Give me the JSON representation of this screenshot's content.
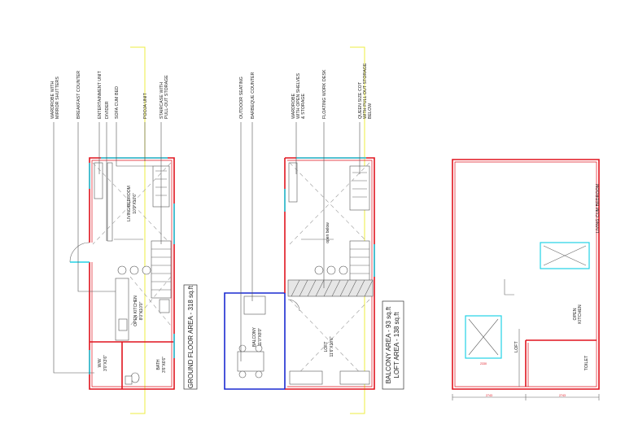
{
  "ground_floor": {
    "callouts": {
      "wardrobe_1": "WARDROBE WITH",
      "wardrobe_2": "MIRROR SHUTTERS",
      "breakfast": "BREAKFAST COUNTER",
      "entertainment": "ENTERTAINMENT UNIT",
      "divider": "DIVIDER",
      "sofa": "SOFA CUM BED",
      "pooja": "POOJA UNIT",
      "staircase_1": "STAIRCASE WITH",
      "staircase_2": "PULL-OUT STORAGE"
    },
    "rooms": {
      "living_name": "LIVING/BEDROOM",
      "living_dim": "10'0\"X10'6\"",
      "kitchen_name": "OPEN KITCHEN",
      "kitchen_dim": "8'0\"X10'0\"",
      "ww_name": "W/W",
      "ww_dim": "3'0\"X3'6\"",
      "bath_name": "BATH",
      "bath_dim": "3'6\"X6'6\""
    },
    "area_label": "GROUND FLOOR AREA - 318 sq.ft"
  },
  "loft_floor": {
    "callouts": {
      "outdoor": "OUTDOOR SEATING",
      "barbeque": "BARBEQUE COUNTER",
      "wardrobe_1": "WARDROBE",
      "wardrobe_2": "WITH OPEN SHELVES",
      "wardrobe_3": "& STORAGE",
      "desk": "FLOATING WORK DESK",
      "queen_1": "QUEEN SIZE COT",
      "queen_2": "WITH PULL OUT STORAGE",
      "queen_3": "BELOW"
    },
    "rooms": {
      "balcony_name": "BALCONY",
      "balcony_dim": "11'0\"X8'0\"",
      "loft_name": "LOFT",
      "loft_dim": "11'6\"X10'6\"",
      "open_below": "open below"
    },
    "area_label_1": "BALCONY AREA - 93 sq.ft",
    "area_label_2": "LOFT AREA - 138 sq.ft"
  },
  "right_plan": {
    "rooms": {
      "living": "LIVING CUM BEDROOM",
      "kitchen_1": "OPEN",
      "kitchen_2": "KITCHEN",
      "loft": "LOFT",
      "toilet": "TOILET"
    },
    "dims": {
      "stair": "2330",
      "left": "2743",
      "right": "2743"
    }
  },
  "colors": {
    "wall": "#e0141e",
    "glazing": "#22d3e6",
    "section_line": "#ecec40",
    "balcony": "#1a2ad0"
  }
}
